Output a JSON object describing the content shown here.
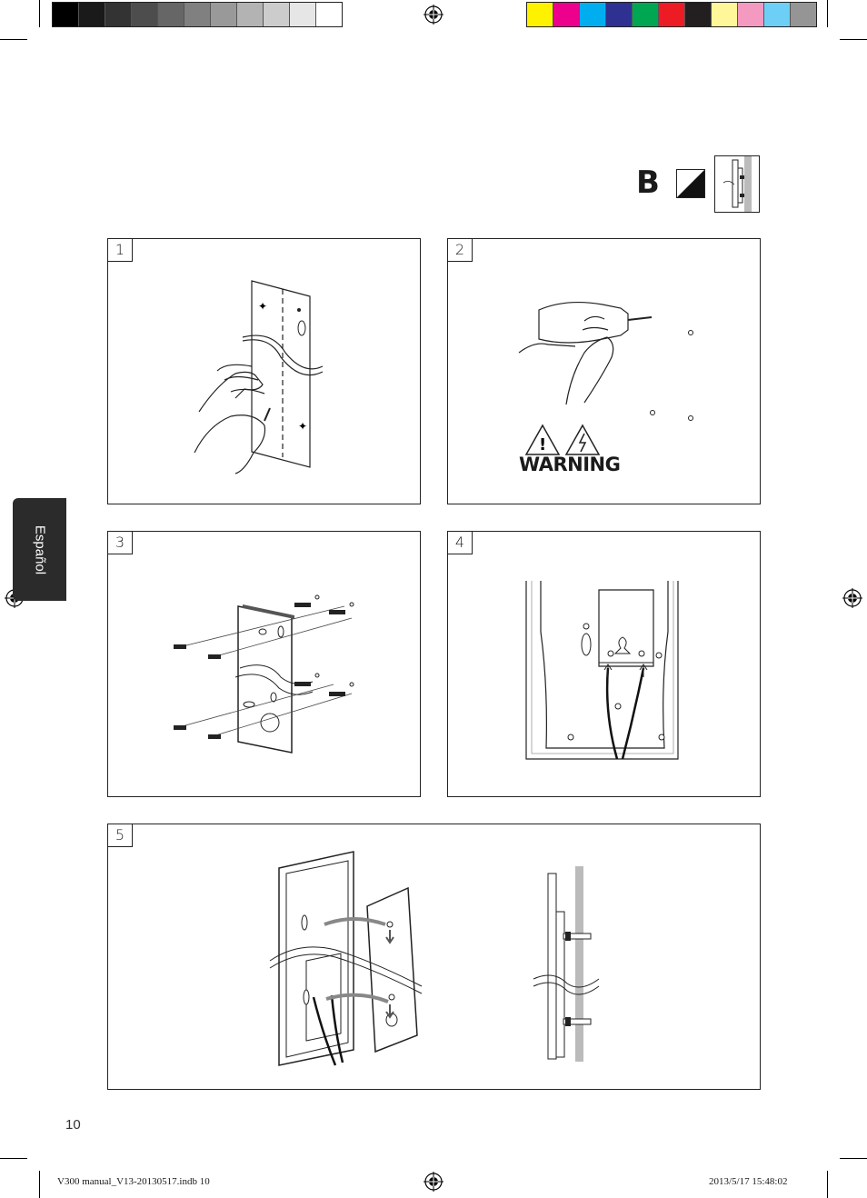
{
  "header": {
    "grayscale_swatches": [
      "#000000",
      "#1a1a1a",
      "#333333",
      "#4d4d4d",
      "#666666",
      "#808080",
      "#999999",
      "#b3b3b3",
      "#cccccc",
      "#e6e6e6",
      "#ffffff"
    ],
    "color_swatches": [
      "#fff200",
      "#ec008c",
      "#00aeef",
      "#2e3192",
      "#00a651",
      "#ed1c24",
      "#231f20",
      "#fff799",
      "#f49ac1",
      "#6dcff6",
      "#959595"
    ]
  },
  "section": {
    "label": "B"
  },
  "language_tab": {
    "label": "Español"
  },
  "steps": [
    {
      "number": "1"
    },
    {
      "number": "2",
      "warning_label": "WARNING"
    },
    {
      "number": "3"
    },
    {
      "number": "4"
    },
    {
      "number": "5"
    }
  ],
  "page_number": "10",
  "footer": {
    "file": "V300 manual_V13-20130517.indb   10",
    "timestamp": "2013/5/17   15:48:02"
  },
  "icons": [
    "registration-mark-icon",
    "wall-mount-icon",
    "warning-exclamation-icon",
    "warning-electric-icon"
  ]
}
